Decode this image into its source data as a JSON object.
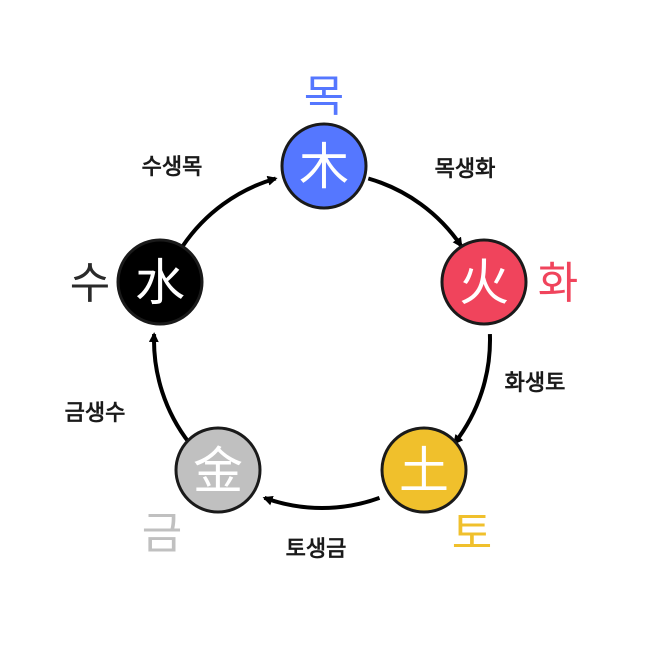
{
  "elements": [
    {
      "id": "wood",
      "hanja": "木",
      "korean": "목",
      "fill": "#5577ff",
      "hanja_color": "#ffffff",
      "label_color": "#5577ff"
    },
    {
      "id": "fire",
      "hanja": "火",
      "korean": "화",
      "fill": "#f0445c",
      "hanja_color": "#ffffff",
      "label_color": "#f0445c"
    },
    {
      "id": "earth",
      "hanja": "土",
      "korean": "토",
      "fill": "#f0c02c",
      "hanja_color": "#ffffff",
      "label_color": "#f0c02c"
    },
    {
      "id": "metal",
      "hanja": "金",
      "korean": "금",
      "fill": "#c0c0c0",
      "hanja_color": "#ffffff",
      "label_color": "#c0c0c0"
    },
    {
      "id": "water",
      "hanja": "水",
      "korean": "수",
      "fill": "#000000",
      "hanja_color": "#ffffff",
      "label_color": "#2a2a2a"
    }
  ],
  "cycle_labels": {
    "wood_to_fire": "목생화",
    "fire_to_earth": "화생토",
    "earth_to_metal": "토생금",
    "metal_to_water": "금생수",
    "water_to_wood": "수생목"
  },
  "colors": {
    "arrow": "#000000",
    "node_border": "#1a1a1a",
    "cycle_label_text": "#1a1a1a"
  }
}
